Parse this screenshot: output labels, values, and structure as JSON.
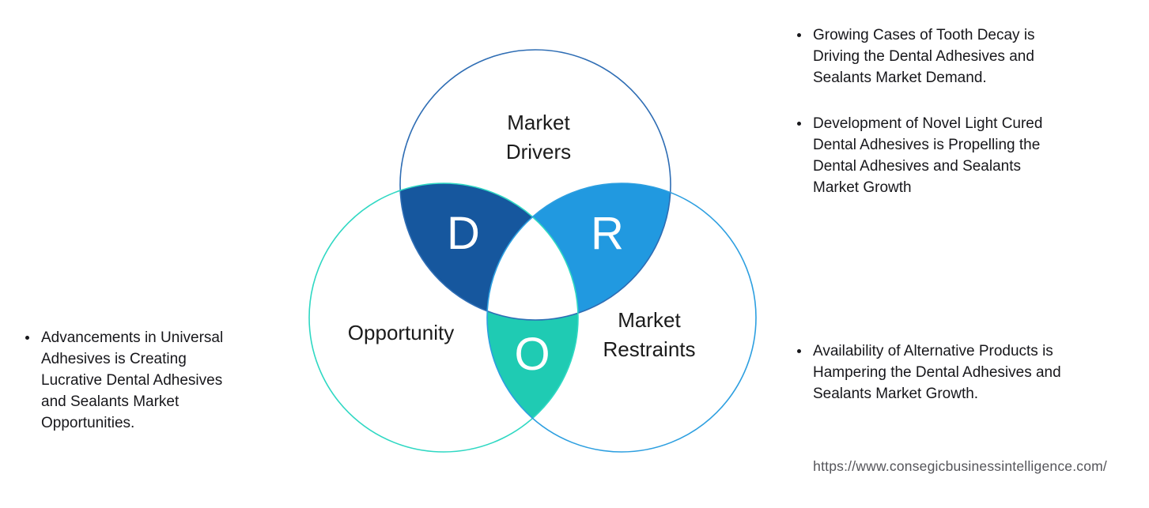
{
  "venn": {
    "colors": {
      "drivers_fill": "#16579e",
      "restraints_fill": "#2199e0",
      "opportunity_fill": "#1fcbb3",
      "triple_fill": "#ffffff",
      "drivers_stroke": "#2e6db4",
      "opportunity_stroke": "#2fd8c3",
      "restraints_stroke": "#2d9fe0"
    },
    "drivers": {
      "label": "Market\nDrivers",
      "letter": "D"
    },
    "opportunity": {
      "label": "Opportunity",
      "letter": "O"
    },
    "restraints": {
      "label": "Market\nRestraints",
      "letter": "R"
    }
  },
  "bullets": {
    "left_opportunity": "Advancements in Universal\nAdhesives is Creating\nLucrative Dental Adhesives\nand Sealants Market\nOpportunities.",
    "driver_1": "Growing Cases of Tooth Decay is\nDriving the Dental Adhesives and\nSealants Market Demand.",
    "driver_2": "Development of Novel Light Cured\nDental Adhesives is Propelling the\nDental Adhesives and Sealants\nMarket Growth",
    "restraint_1": "Availability of Alternative Products is\nHampering the Dental Adhesives and\nSealants Market Growth."
  },
  "footer": {
    "url": "https://www.consegicbusinessintelligence.com/"
  }
}
